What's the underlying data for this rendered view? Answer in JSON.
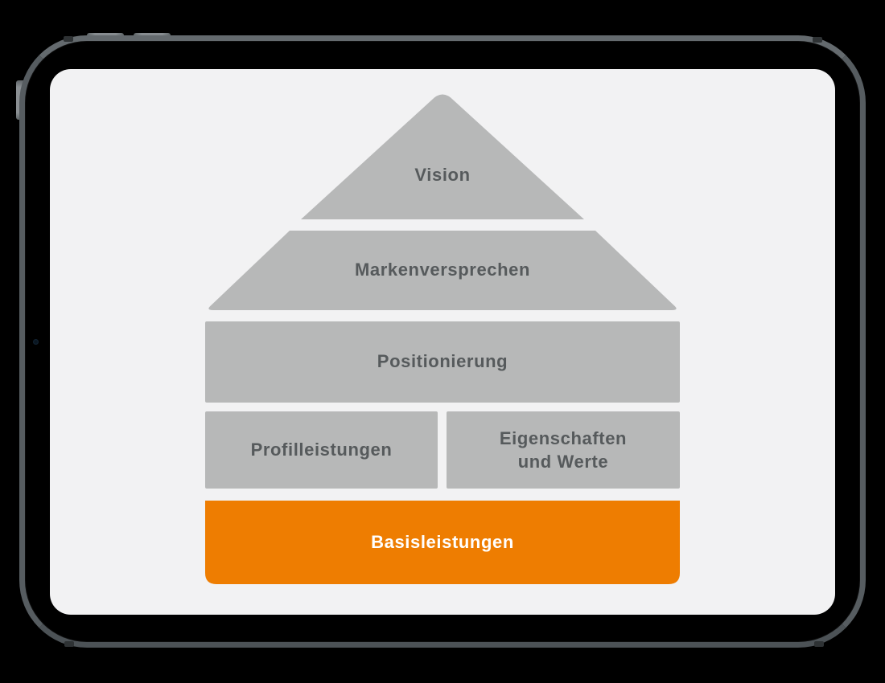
{
  "diagram": {
    "levels": [
      {
        "id": "vision",
        "label": "Vision"
      },
      {
        "id": "markenversprechen",
        "label": "Markenversprechen"
      },
      {
        "id": "positionierung",
        "label": "Positionierung"
      },
      {
        "id": "profilleistungen",
        "label": "Profilleistungen"
      },
      {
        "id": "eigenschaften-und-werte",
        "label": "Eigenschaften\nund Werte"
      },
      {
        "id": "basisleistungen",
        "label": "Basisleistungen"
      }
    ]
  },
  "colors": {
    "background": "#000000",
    "frame": "#565c60",
    "bezel": "#000000",
    "screen_bg": "#f2f2f3",
    "band": "#b7b8b8",
    "band_text": "#565a5c",
    "highlight": "#ee7d01",
    "highlight_text": "#ffffff"
  }
}
